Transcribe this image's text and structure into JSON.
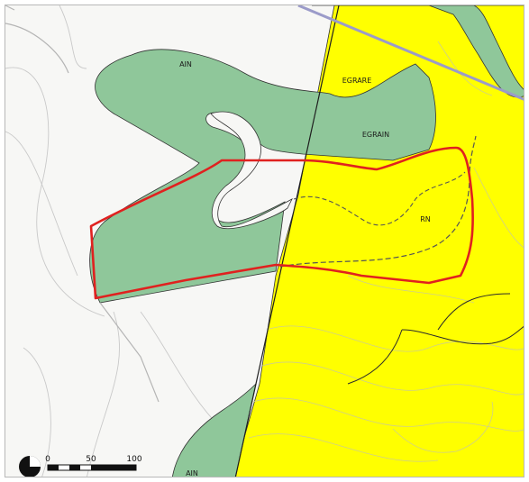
{
  "zones": {
    "ain_north": "AIN",
    "egrare": "EGRARE",
    "egrain": "EGRAIN",
    "rn": "RN",
    "ain_south": "AIN"
  },
  "scale_bar": {
    "ticks": [
      "0",
      "50",
      "100"
    ]
  },
  "colors": {
    "background": "#f7f7f5",
    "green_zone": "#8fc79a",
    "yellow_zone": "#ffff00",
    "boundary": "#e0211f",
    "contour": "#c8c8c8"
  }
}
